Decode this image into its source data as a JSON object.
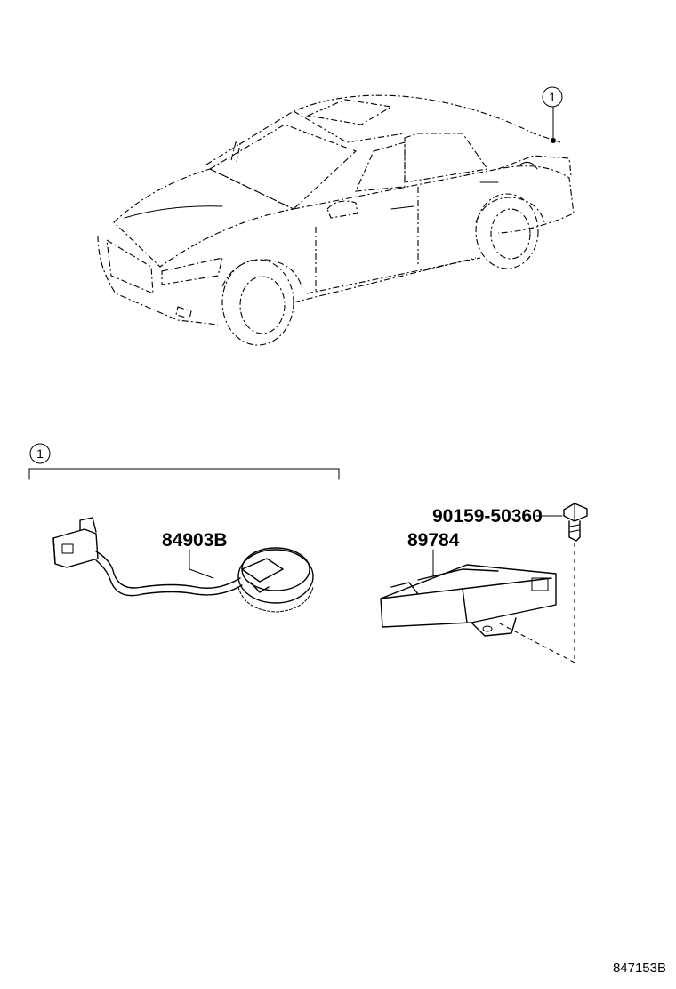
{
  "callout_ref": "1",
  "parts": {
    "clock_spring": "84903B",
    "sensor": "89784",
    "bolt": "90159-50360"
  },
  "diagram_code": "847153B"
}
